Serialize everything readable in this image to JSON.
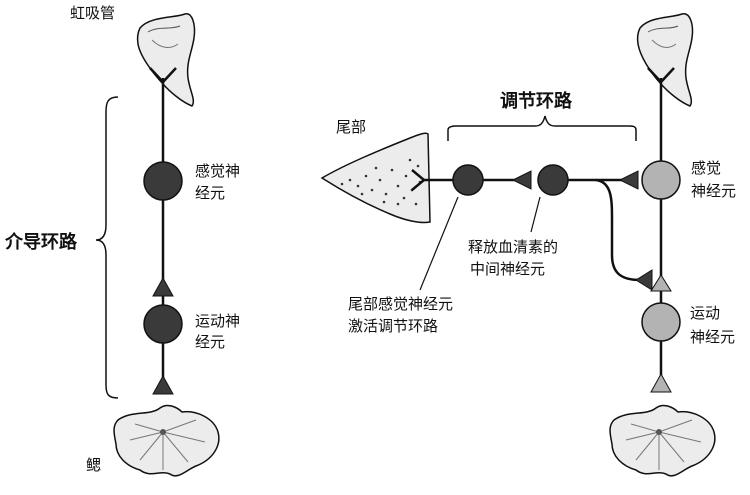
{
  "labels": {
    "siphon": "虹吸管",
    "gill": "鳃",
    "mediating_circuit": "介导环路",
    "sensory_left_1": "感觉神",
    "sensory_left_2": "经元",
    "motor_left_1": "运动神",
    "motor_left_2": "经元",
    "tail": "尾部",
    "modulatory_circuit": "调节环路",
    "sensory_right_1": "感觉",
    "sensory_right_2": "神经元",
    "motor_right_1": "运动",
    "motor_right_2": "神经元",
    "serotonin_1": "释放血清素的",
    "serotonin_2": "中间神经元",
    "tail_sensory_1": "尾部感觉神经元",
    "tail_sensory_2": "激活调节环路"
  },
  "colors": {
    "dark_neuron": "#3a3a3a",
    "light_neuron": "#b3b3b3",
    "organ_fill": "#ececec",
    "ink": "#111111"
  }
}
